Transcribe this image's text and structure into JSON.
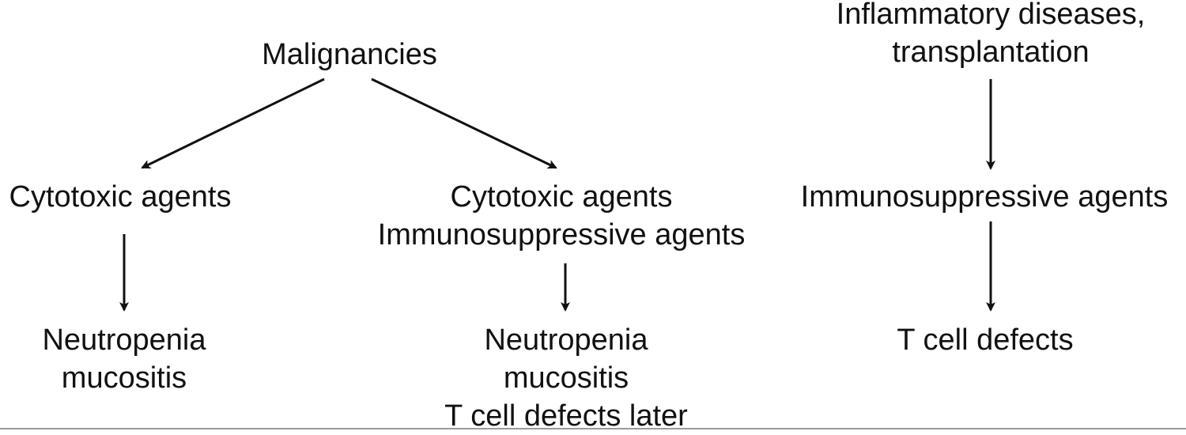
{
  "nodes": {
    "malignancies": [
      "Malignancies"
    ],
    "inflammatory": [
      "Inflammatory diseases,",
      "transplantation"
    ],
    "left_agents": [
      "Cytotoxic agents"
    ],
    "middle_agents": [
      "Cytotoxic agents",
      "Immunosuppressive agents"
    ],
    "right_agents": [
      "Immunosuppressive agents"
    ],
    "left_outcome": [
      "Neutropenia",
      "mucositis"
    ],
    "middle_outcome": [
      "Neutropenia",
      "mucositis",
      "T cell defects later"
    ],
    "right_outcome": [
      "T cell defects"
    ]
  },
  "edges": [
    {
      "from": "malignancies",
      "to": "left_agents"
    },
    {
      "from": "malignancies",
      "to": "middle_agents"
    },
    {
      "from": "inflammatory",
      "to": "right_agents"
    },
    {
      "from": "left_agents",
      "to": "left_outcome"
    },
    {
      "from": "middle_agents",
      "to": "middle_outcome"
    },
    {
      "from": "right_agents",
      "to": "right_outcome"
    }
  ],
  "colors": {
    "text": "#111111",
    "arrow": "#111111",
    "background": "#ffffff"
  }
}
